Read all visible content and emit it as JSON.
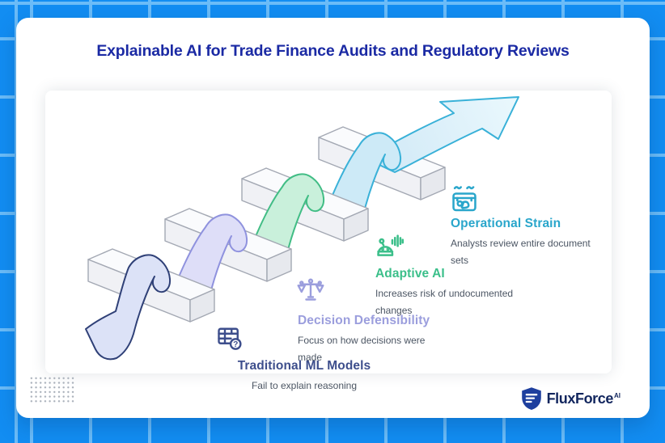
{
  "title": "Explainable AI for Trade Finance Audits and Regulatory Reviews",
  "title_color": "#1b2aa4",
  "background": {
    "base": "#128df2",
    "grid_line": "#6bbcf8"
  },
  "card_color": "#ffffff",
  "body_text_color": "#4b5563",
  "blocks": {
    "stroke": "#a3a8b3",
    "top": "#fafbfd",
    "front": "#f0f1f5",
    "side": "#e7e9ee"
  },
  "stages": [
    {
      "label": "Traditional ML Models",
      "description": "Fail to explain reasoning",
      "accent": "#3d4e8c",
      "icon": "table-question-icon",
      "ribbon": {
        "fill": "#dce2f7",
        "stroke": "#2f4077"
      }
    },
    {
      "label": "Decision Defensibility",
      "description": "Focus on how decisions were made",
      "accent": "#9b9edd",
      "icon": "balance-scales-icon",
      "ribbon": {
        "fill": "#dedef8",
        "stroke": "#8f92de"
      }
    },
    {
      "label": "Adaptive AI",
      "description": "Increases risk of undocumented changes",
      "accent": "#3bbf8a",
      "icon": "ai-voice-robot-icon",
      "ribbon": {
        "fill": "#c9f0db",
        "stroke": "#41bd85"
      }
    },
    {
      "label": "Operational Strain",
      "description": "Analysts review entire document sets",
      "accent": "#2aa6cb",
      "icon": "overworked-person-icon",
      "ribbon": {
        "fill": "#cdeaf7",
        "stroke": "#39b1d8"
      }
    }
  ],
  "arrow": {
    "fill_start": "#cfe8f6",
    "fill_end": "#eaf8fd",
    "stroke": "#39b1d8"
  },
  "logo": {
    "brand": "FluxForce",
    "suffix": "AI",
    "text_color": "#12265e",
    "shield_color": "#1e3f9e"
  }
}
